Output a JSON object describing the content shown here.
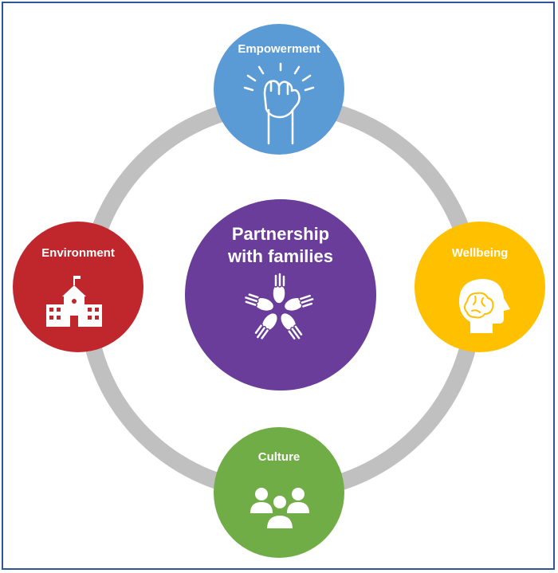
{
  "diagram": {
    "center": {
      "line1": "Partnership",
      "line2": "with families",
      "icon": "hands-together-icon",
      "color": "#6a3d9a"
    },
    "nodes": [
      {
        "key": "empowerment",
        "label": "Empowerment",
        "icon": "raised-fist-icon",
        "color": "#5b9bd5"
      },
      {
        "key": "wellbeing",
        "label": "Wellbeing",
        "icon": "brain-head-icon",
        "color": "#ffc000"
      },
      {
        "key": "culture",
        "label": "Culture",
        "icon": "people-group-icon",
        "color": "#70ad47"
      },
      {
        "key": "environment",
        "label": "Environment",
        "icon": "school-building-icon",
        "color": "#c0272d"
      }
    ],
    "ring_color": "#c0c0c0",
    "frame_color": "#2f5597"
  }
}
